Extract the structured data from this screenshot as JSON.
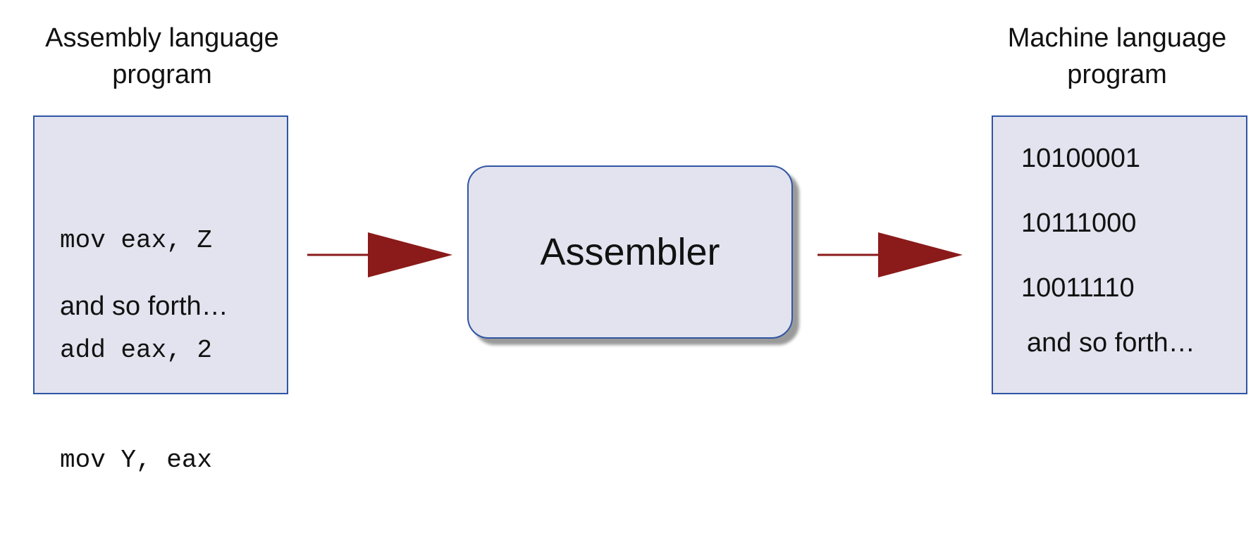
{
  "input": {
    "caption": [
      "Assembly language",
      "program"
    ],
    "code_lines": [
      "mov eax, Z",
      "add eax, 2",
      "mov Y, eax"
    ],
    "more_text": "and so forth…"
  },
  "processor": {
    "label": "Assembler"
  },
  "output": {
    "caption": [
      "Machine language",
      "program"
    ],
    "binary_lines": [
      "10100001",
      "10111000",
      "10011110"
    ],
    "more_text": "and so forth…"
  },
  "colors": {
    "box_fill": "#e2e3ee",
    "box_border": "#2f55a4",
    "arrow": "#8b1a1a",
    "shadow": "#9a9a9a"
  }
}
